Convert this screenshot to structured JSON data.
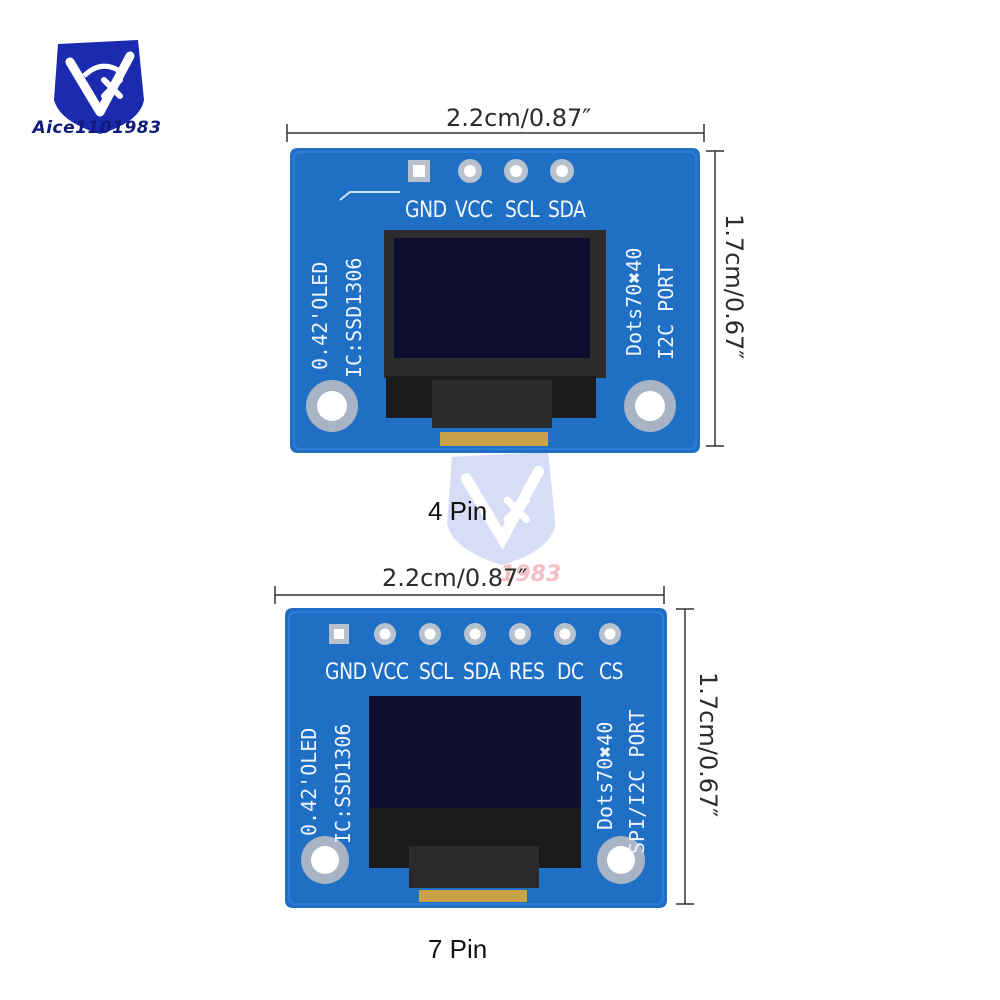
{
  "brand": {
    "logo_text": "Aice1101983",
    "shield_icon": "brand-shield-icon",
    "color": "#1a2bb0",
    "accent": "#e21d1d"
  },
  "watermark": {
    "text": "1983"
  },
  "modules": [
    {
      "caption": "4 Pin",
      "width_label": "2.2cm/0.87″",
      "height_label": "1.7cm/0.67″",
      "pins": [
        "GND",
        "VCC",
        "SCL",
        "SDA"
      ],
      "left_text_line1": "0.42'OLED",
      "left_text_line2": "IC:SSD1306",
      "right_text_line1": "Dots70✖40",
      "right_text_line2": "I2C PORT"
    },
    {
      "caption": "7 Pin",
      "width_label": "2.2cm/0.87″",
      "height_label": "1.7cm/0.67″",
      "pins": [
        "GND",
        "VCC",
        "SCL",
        "SDA",
        "RES",
        "DC",
        "CS"
      ],
      "left_text_line1": "0.42'OLED",
      "left_text_line2": "IC:SSD1306",
      "right_text_line1": "Dots70✖40",
      "right_text_line2": "SPI/I2C PORT"
    }
  ],
  "colors": {
    "pcb": "#1f6fc4",
    "pcb_dark": "#1a5ea8",
    "silk": "#f2f6ff",
    "screen": "#0d0e2e",
    "gold": "#c9a24a"
  }
}
